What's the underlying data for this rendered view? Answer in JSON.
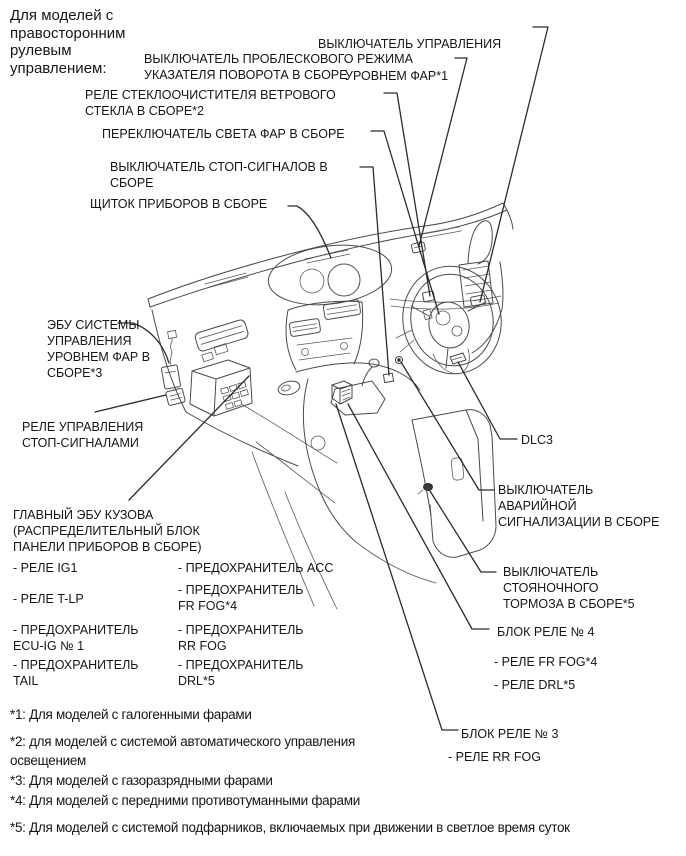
{
  "note": "Для моделей с\nправосторонним\nрулевым\nуправлением:",
  "labels": {
    "leveling_switch": {
      "line1": "ВЫКЛЮЧАТЕЛЬ УПРАВЛЕНИЯ",
      "line2": "УРОВНЕМ ФАР*1"
    },
    "flasher_switch": "ВЫКЛЮЧАТЕЛЬ ПРОБЛЕСКОВОГО РЕЖИМА\nУКАЗАТЕЛЯ ПОВОРОТА В СБОРЕ",
    "wiper_relay": "РЕЛЕ СТЕКЛООЧИСТИТЕЛЯ ВЕТРОВОГО\nСТЕКЛА В СБОРЕ*2",
    "headlight_switch": "ПЕРЕКЛЮЧАТЕЛЬ СВЕТА ФАР В СБОРЕ",
    "stoplight_switch": "ВЫКЛЮЧАТЕЛЬ СТОП-СИГНАЛОВ В\nСБОРЕ",
    "cluster": "ЩИТОК ПРИБОРОВ В СБОРЕ",
    "leveling_ecu": "ЭБУ СИСТЕМЫ\nУПРАВЛЕНИЯ\nУРОВНЕМ ФАР В\nСБОРЕ*3",
    "stoplight_relay": "РЕЛЕ УПРАВЛЕНИЯ\nСТОП-СИГНАЛАМИ",
    "dlc3": "DLC3",
    "hazard_switch": "ВЫКЛЮЧАТЕЛЬ\nАВАРИЙНОЙ\nСИГНАЛИЗАЦИИ В СБОРЕ",
    "parking_brake_switch": "ВЫКЛЮЧАТЕЛЬ\nСТОЯНОЧНОГО\nТОРМОЗА В СБОРЕ*5"
  },
  "main_ecu": {
    "title": "ГЛАВНЫЙ ЭБУ КУЗОВА\n(РАСПРЕДЕЛИТЕЛЬНЫЙ БЛОК\nПАНЕЛИ ПРИБОРОВ В СБОРЕ)",
    "col1": [
      "- РЕЛЕ IG1",
      "- РЕЛЕ T-LP",
      "- ПРЕДОХРАНИТЕЛЬ\nECU-IG № 1",
      "- ПРЕДОХРАНИТЕЛЬ\nTAIL"
    ],
    "col2": [
      "- ПРЕДОХРАНИТЕЛЬ ACC",
      "- ПРЕДОХРАНИТЕЛЬ\nFR FOG*4",
      "- ПРЕДОХРАНИТЕЛЬ\nRR FOG",
      "- ПРЕДОХРАНИТЕЛЬ\nDRL*5"
    ]
  },
  "relay_block4": {
    "title": "БЛОК РЕЛЕ № 4",
    "items": [
      "- РЕЛЕ FR FOG*4",
      "- РЕЛЕ DRL*5"
    ]
  },
  "relay_block3": {
    "title": "БЛОК РЕЛЕ № 3",
    "items": [
      "- РЕЛЕ RR FOG"
    ]
  },
  "footnotes": [
    "*1: Для моделей с галогенными фарами",
    "*2: для моделей с системой автоматического управления\nосвещением",
    "*3: Для моделей с газоразрядными фарами",
    "*4: Для моделей с передними противотуманными фарами",
    "*5: Для моделей с системой подфарников, включаемых при движении в светлое время суток"
  ],
  "colors": {
    "background": "#ffffff",
    "line_art": "#4a4a4a",
    "leader_lines": "#2b2b2b",
    "text": "#161616"
  }
}
